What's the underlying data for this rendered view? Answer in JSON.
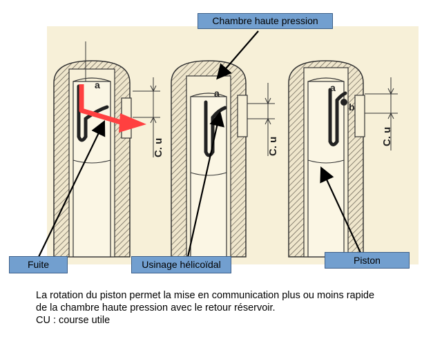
{
  "diagram": {
    "labels": {
      "chambre": "Chambre haute pression",
      "fuite": "Fuite",
      "usinage": "Usinage hélicoïdal",
      "piston": "Piston"
    },
    "letters": {
      "a": "a",
      "b": "b"
    },
    "stroke_label": "C. u",
    "colors": {
      "label_bg": "#729fcf",
      "leak_arrow": "#ff4040",
      "paper": "#f7f0d8"
    }
  },
  "caption": {
    "line1": "La rotation du piston permet la mise en communication plus ou moins rapide",
    "line2": "de la chambre haute pression avec le retour réservoir.",
    "line3": "CU : course utile"
  }
}
